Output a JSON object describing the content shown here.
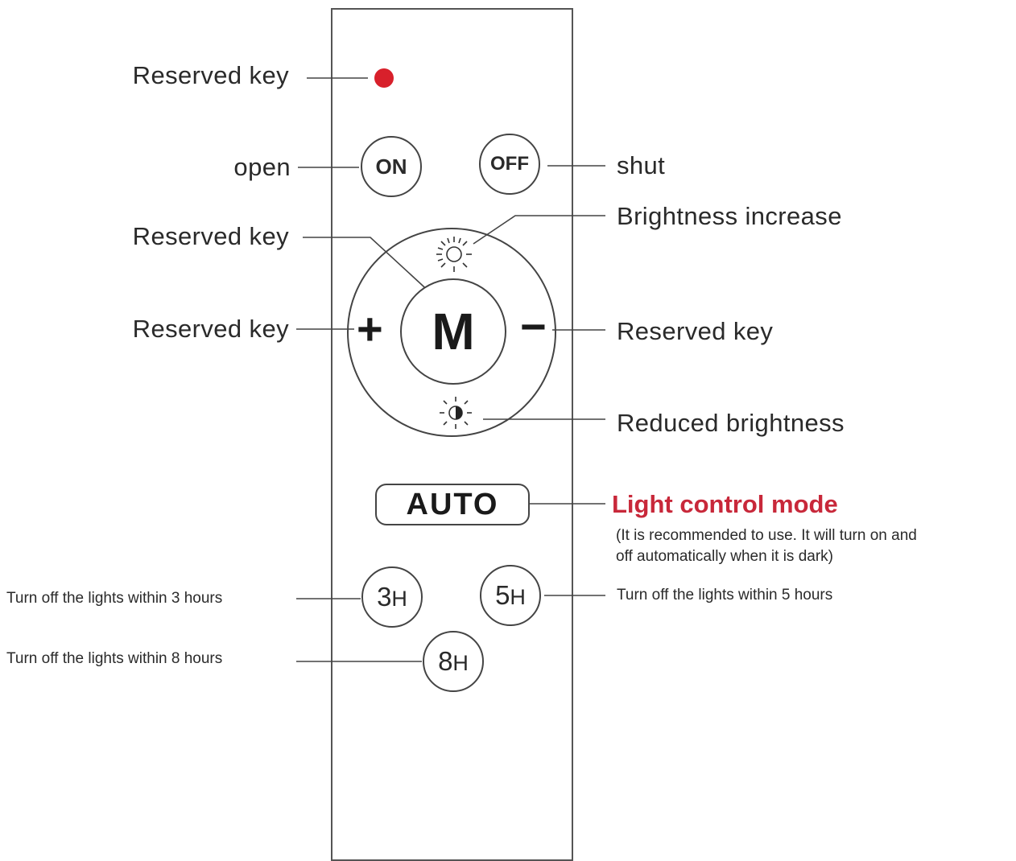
{
  "colors": {
    "accent": "#c8283a",
    "indicator": "#d8202b",
    "line": "#444444"
  },
  "remote": {
    "indicator_icon": "red-led-dot",
    "buttons": {
      "on": "ON",
      "off": "OFF",
      "mode": "M",
      "plus": "+",
      "minus": "−",
      "auto": "AUTO",
      "timer_3_num": "3",
      "timer_3_unit": "H",
      "timer_5_num": "5",
      "timer_5_unit": "H",
      "timer_8_num": "8",
      "timer_8_unit": "H"
    },
    "icons": {
      "brightness_up": "sun-outline-icon",
      "brightness_down": "half-sun-icon"
    }
  },
  "labels": {
    "reserved_top": "Reserved key",
    "open": "open",
    "shut": "shut",
    "brightness_increase": "Brightness increase",
    "reserved_mode": "Reserved key",
    "reserved_plus": "Reserved key",
    "reserved_minus": "Reserved key",
    "reduced_brightness": "Reduced brightness",
    "light_control_mode": "Light control mode",
    "light_control_note_line1": "(It is recommended to use. It will turn on and",
    "light_control_note_line2": "off automatically when it is dark)",
    "timer_3": "Turn off the lights within 3 hours",
    "timer_5": "Turn off the lights within 5 hours",
    "timer_8": "Turn off the lights within 8 hours"
  }
}
